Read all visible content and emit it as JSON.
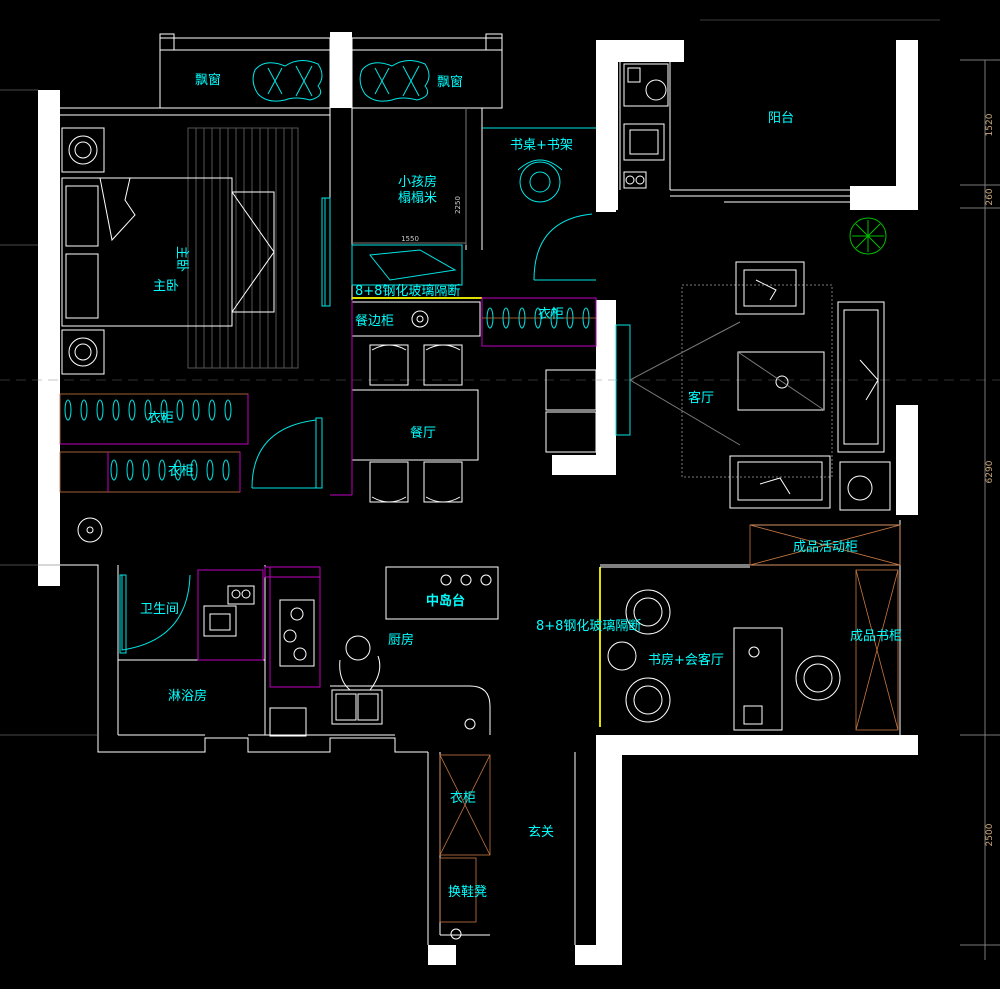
{
  "colors": {
    "background": "#000000",
    "wall": "#ffffff",
    "label": "#00ffff",
    "furniture": "#00e5e5",
    "cabinet_outline": "#c000c0",
    "dimension": "#c8a878",
    "glass_partition": "#e0e000",
    "plant": "#00c000"
  },
  "rooms": {
    "bay_window_left": "飘窗",
    "bay_window_right": "飘窗",
    "master_bedroom": "主卧",
    "master_bed": "主卧",
    "kids_room": "小孩房",
    "tatami": "榻榻米",
    "desk_shelf": "书桌+书架",
    "balcony": "阳台",
    "glass_partition_top": "8+8钢化玻璃隔断",
    "sideboard": "餐边柜",
    "wardrobe_mid": "衣柜",
    "living_room": "客厅",
    "dining_room": "餐厅",
    "wardrobe_1": "衣柜",
    "wardrobe_2": "衣柜",
    "movable_cabinet": "成品活动柜",
    "kitchen_island": "中岛台",
    "glass_partition_bottom": "8+8钢化玻璃隔断",
    "bathroom": "卫生间",
    "kitchen": "厨房",
    "study_lounge": "书房+会客厅",
    "bookcase": "成品书柜",
    "shower_room": "淋浴房",
    "entrance_wardrobe": "衣柜",
    "foyer": "玄关",
    "shoe_bench": "换鞋凳"
  },
  "dimensions": {
    "right_1": "1520",
    "right_2": "260",
    "right_3": "6290",
    "right_4": "2500",
    "kids_width": "1550",
    "kids_depth": "2250"
  }
}
